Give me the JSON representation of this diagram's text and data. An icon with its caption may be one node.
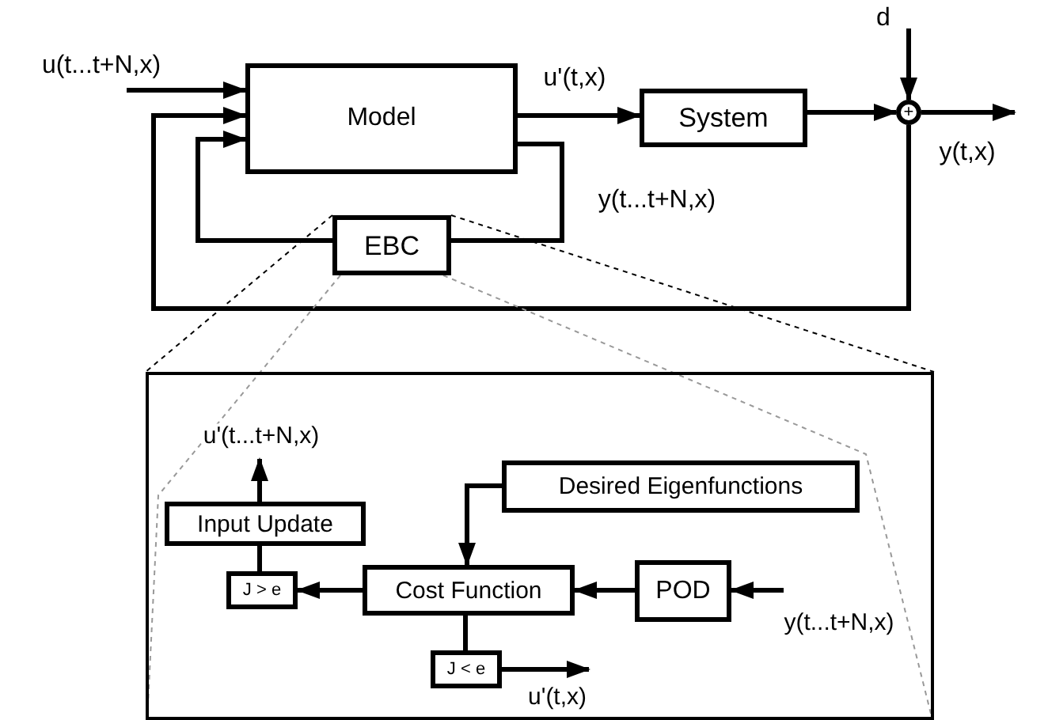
{
  "diagram": {
    "nodes": [
      {
        "text": [
          "Model"
        ]
      },
      {
        "text": [
          "System"
        ]
      },
      {
        "text": [
          "+"
        ]
      },
      {
        "text": [
          "EBC"
        ]
      },
      {
        "text": [],
        "shape": "box"
      },
      {
        "text": [
          "Input Update"
        ],
        "in": 4
      },
      {
        "text": [
          "J > e"
        ],
        "in": 4
      },
      {
        "text": [
          "Desired Eigenfunctions"
        ],
        "in": 4
      },
      {
        "text": [
          "Cost Function"
        ],
        "in": 4
      },
      {
        "text": [
          "POD"
        ],
        "in": 4
      },
      {
        "text": [
          "J < e"
        ],
        "in": 4
      }
    ],
    "edges": [
      {
        "from": null,
        "to": 0,
        "arrow": "to",
        "label": "u(t...t+N,x)"
      },
      {
        "from": 0,
        "to": 1,
        "arrow": "to",
        "label": "u'(t,x)"
      },
      {
        "from": 1,
        "to": 2,
        "arrow": "to"
      },
      {
        "from": null,
        "to": 2,
        "arrow": "to",
        "label": "d"
      },
      {
        "from": 2,
        "to": null,
        "arrow": "to",
        "label": "y(t,x)"
      },
      {
        "from": 2,
        "to": 0,
        "arrow": "to"
      },
      {
        "from": 0,
        "to": 3,
        "arrow": "none",
        "label": "y(t...t+N,x)"
      },
      {
        "from": 3,
        "to": 0,
        "arrow": "to"
      },
      {
        "from": 7,
        "to": 8,
        "arrow": "to"
      },
      {
        "from": 9,
        "to": 8,
        "arrow": "to"
      },
      {
        "from": null,
        "to": 9,
        "arrow": "to",
        "label": "y(t...t+N,x)"
      },
      {
        "from": 8,
        "to": 6,
        "arrow": "to"
      },
      {
        "from": 8,
        "to": 10,
        "arrow": "none"
      },
      {
        "from": 10,
        "to": null,
        "arrow": "to",
        "label": "u'(t,x)"
      },
      {
        "from": 6,
        "to": 5,
        "arrow": "none"
      },
      {
        "from": 5,
        "to": null,
        "arrow": "to",
        "label": "u'(t...t+N,x)"
      },
      {
        "from": 3,
        "to": 4,
        "arrow": "none",
        "style": "dashed"
      },
      {
        "from": 3,
        "to": 4,
        "arrow": "none",
        "style": "dashed"
      },
      {
        "from": 3,
        "to": 4,
        "arrow": "none",
        "style": "dashed",
        "color": "#999999"
      },
      {
        "from": 3,
        "to": 4,
        "arrow": "none",
        "style": "dashed",
        "color": "#999999"
      }
    ]
  }
}
